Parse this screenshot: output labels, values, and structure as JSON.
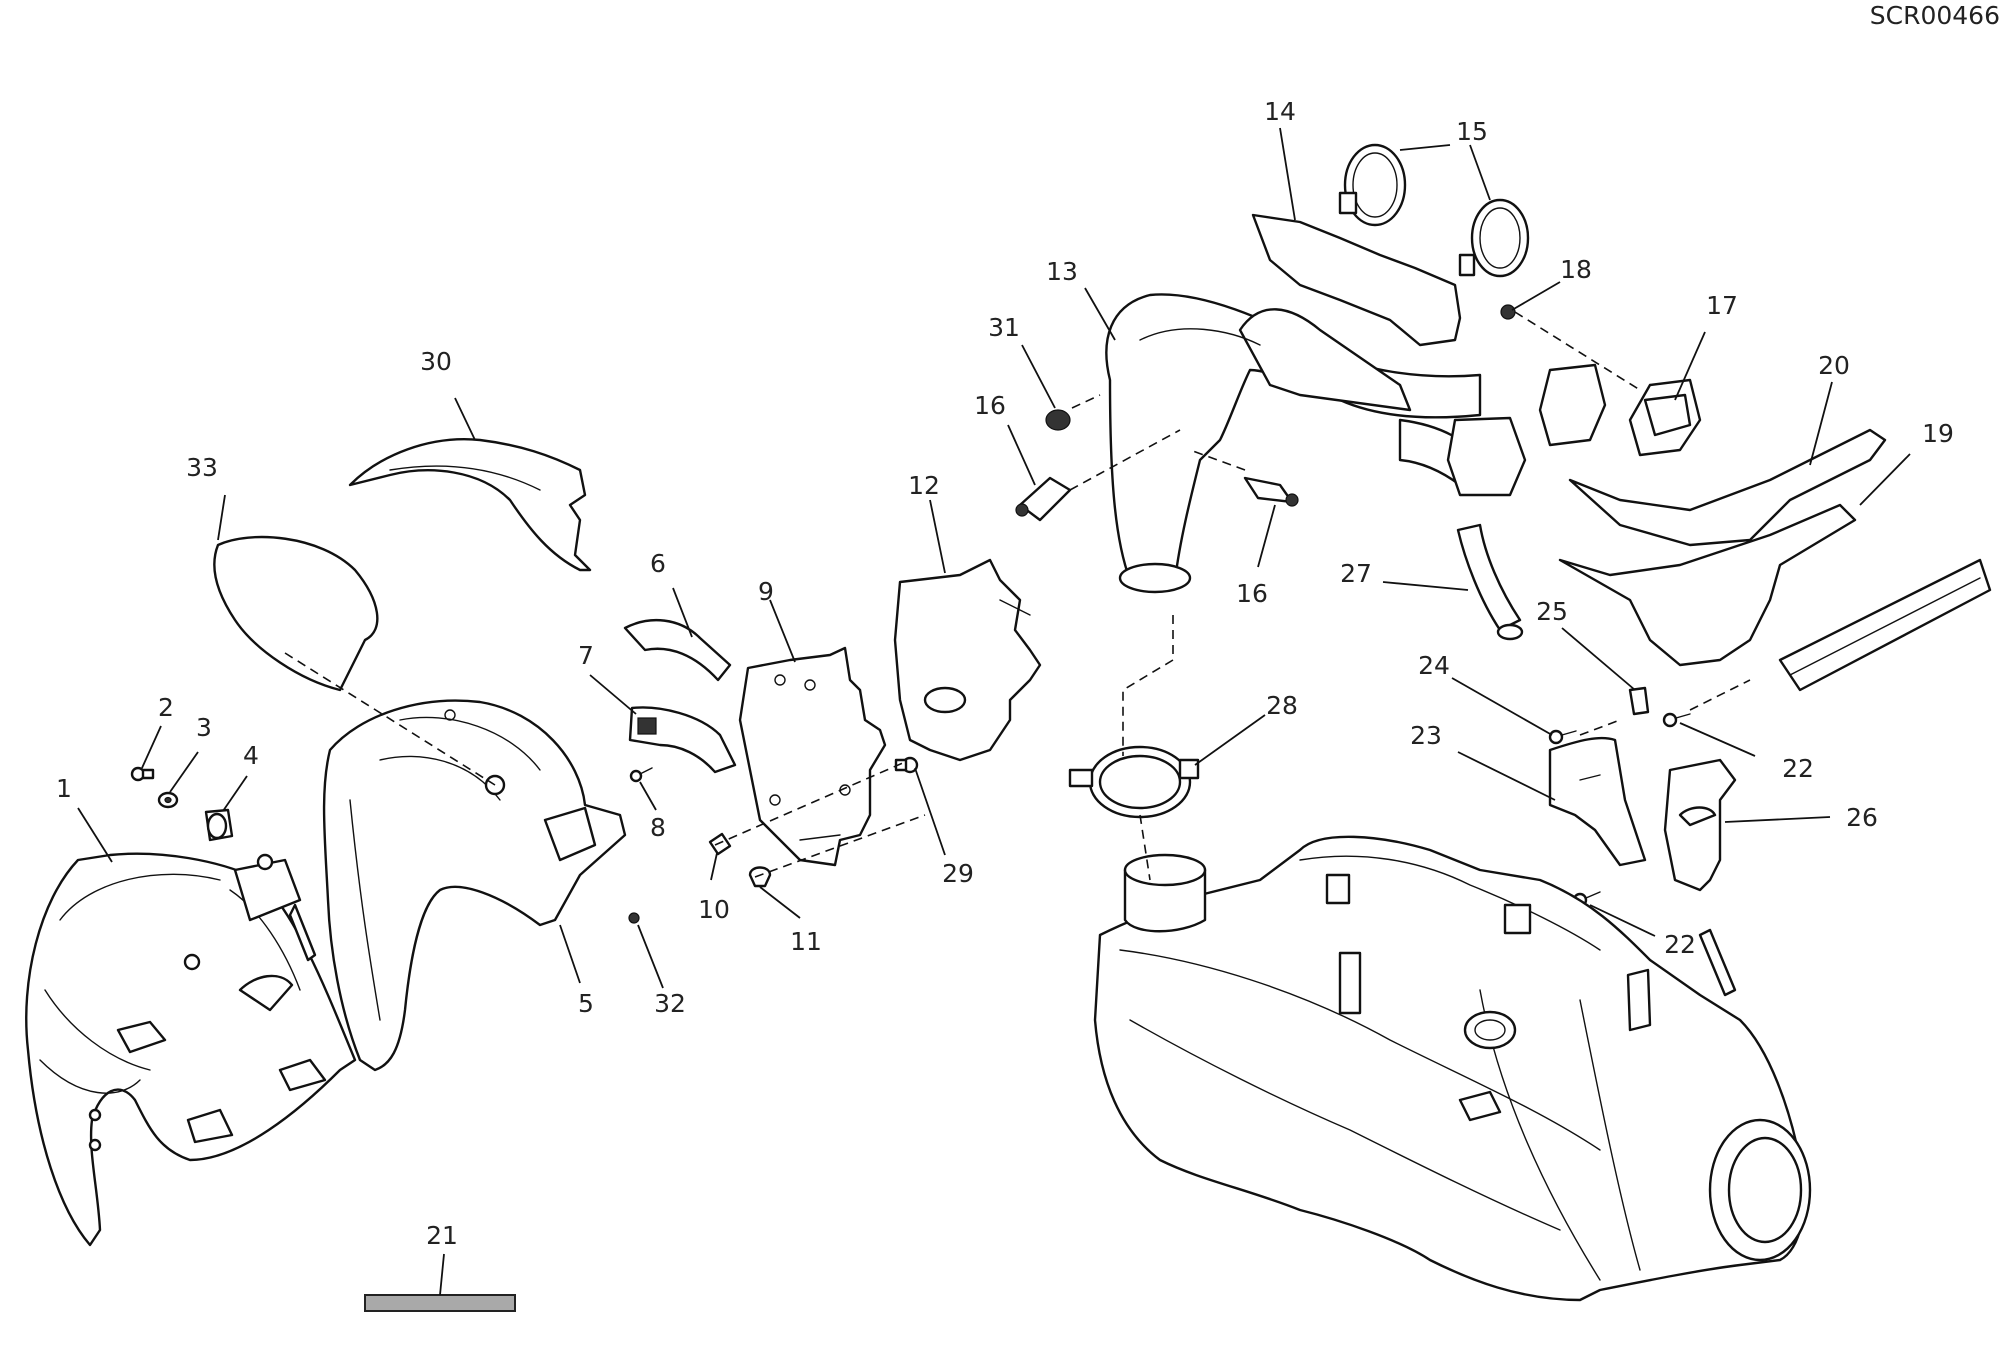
{
  "drawing_code": "SCR00466",
  "callouts": [
    "1",
    "2",
    "3",
    "4",
    "5",
    "6",
    "7",
    "8",
    "9",
    "10",
    "11",
    "12",
    "13",
    "14",
    "15",
    "15",
    "16",
    "16",
    "17",
    "18",
    "19",
    "20",
    "21",
    "22",
    "22",
    "23",
    "24",
    "25",
    "26",
    "27",
    "28",
    "29",
    "30",
    "31",
    "32",
    "33"
  ]
}
